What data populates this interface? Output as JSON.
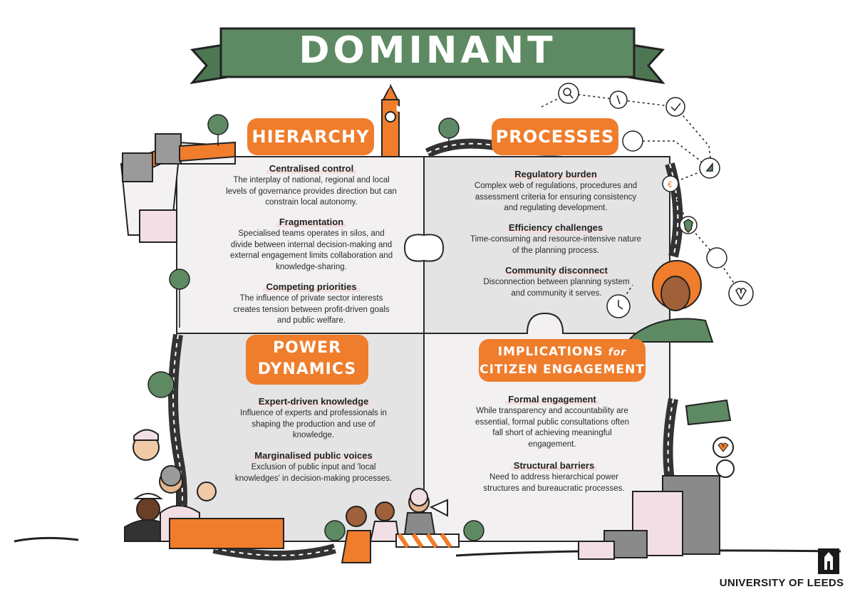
{
  "title": "DOMINANT SYSTEM",
  "headings": {
    "hierarchy": "HIERARCHY",
    "processes": "PROCESSES",
    "power_line1": "POWER",
    "power_line2": "DYNAMICS",
    "impl_line1a": "IMPLICATIONS",
    "impl_line1b": "for",
    "impl_line2": "CITIZEN ENGAGEMENT"
  },
  "hierarchy": [
    {
      "title": "Centralised control",
      "body": "The interplay of national, regional and local levels of governance provides direction but can constrain local autonomy."
    },
    {
      "title": "Fragmentation",
      "body": "Specialised teams operates in silos, and divide between internal decision-making and external engagement limits collaboration and knowledge-sharing."
    },
    {
      "title": "Competing priorities",
      "body": "The influence of private sector interests creates tension between profit-driven goals and public welfare."
    }
  ],
  "processes": [
    {
      "title": "Regulatory burden",
      "body": "Complex web of regulations, procedures and assessment criteria for ensuring consistency and regulating development."
    },
    {
      "title": "Efficiency challenges",
      "body": "Time-consuming and resource-intensive nature of the planning process."
    },
    {
      "title": "Community disconnect",
      "body": "Disconnection between planning system and community it serves."
    }
  ],
  "power": [
    {
      "title": "Expert-driven knowledge",
      "body": "Influence of experts and professionals in shaping the production and use of knowledge."
    },
    {
      "title": "Marginalised public voices",
      "body": "Exclusion of public input and 'local knowledges' in decision-making processes."
    }
  ],
  "implications": [
    {
      "title": "Formal engagement",
      "body": "While transparency and accountability are essential, formal public consultations often fall short of achieving meaningful engagement."
    },
    {
      "title": "Structural barriers",
      "body": "Need to address hierarchical power structures and bureaucratic processes."
    }
  ],
  "logo": "UNIVERSITY OF LEEDS",
  "colors": {
    "green": "#5d8a62",
    "orange": "#ef7d2c",
    "puzzle": "#e6e6e6",
    "puzzle_light": "#f4f1f3",
    "ink": "#222222"
  },
  "icons": [
    "magnifier-icon",
    "pencil-icon",
    "checkmark-icon",
    "scales-icon",
    "leaf-icon",
    "euro-icon",
    "shield-icon",
    "person-icon",
    "clock-icon",
    "heart-icon",
    "megaphone-icon",
    "big-ben-icon",
    "tree-icon"
  ]
}
